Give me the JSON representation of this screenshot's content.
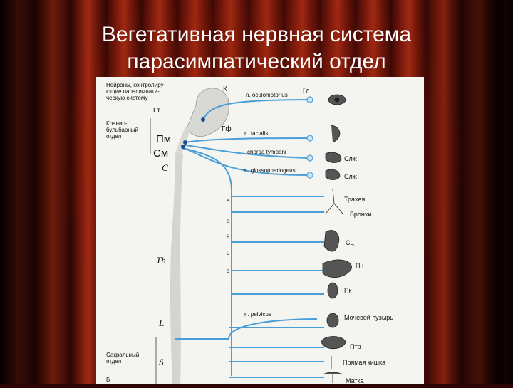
{
  "slide": {
    "title_line1": "Вегетативная нервная система",
    "title_line2": "парасимпатический отдел"
  },
  "figure": {
    "left_labels": {
      "neurons": [
        "Нейроны, контролиру-",
        "ющие парасимпати-",
        "ческую систему"
      ],
      "gt": "Гт",
      "cranio": [
        "Кранио-",
        "бульбарный",
        "отдел"
      ],
      "pm": "Пм",
      "sm": "См",
      "sacral": [
        "Сакральный",
        "отдел"
      ],
      "bottom": "Б"
    },
    "segments": {
      "c": "C",
      "th": "Th",
      "l": "L",
      "s": "S"
    },
    "brain_labels": {
      "k": "К",
      "gf": "Гф"
    },
    "vagus_letters": [
      "v",
      "a",
      "g",
      "u",
      "s"
    ],
    "nerves": {
      "oculomotorius": "n. oculomotorius",
      "facialis": "n. facialis",
      "chorda": "chorda tympani",
      "glosso": "n. glossopharingeus",
      "pelvicus": "n. pelvicus"
    },
    "organs": {
      "gl": "Гл",
      "slzh1": "Слж",
      "slzh2": "Слж",
      "trachea": "Трахея",
      "bronchi": "Бронхи",
      "sc": "Сц",
      "pch": "Пч",
      "pk": "Пк",
      "bladder": "Мочевой пузырь",
      "ptr": "Птр",
      "rectum": "Прямая кишка",
      "uterus": "Матка"
    }
  }
}
